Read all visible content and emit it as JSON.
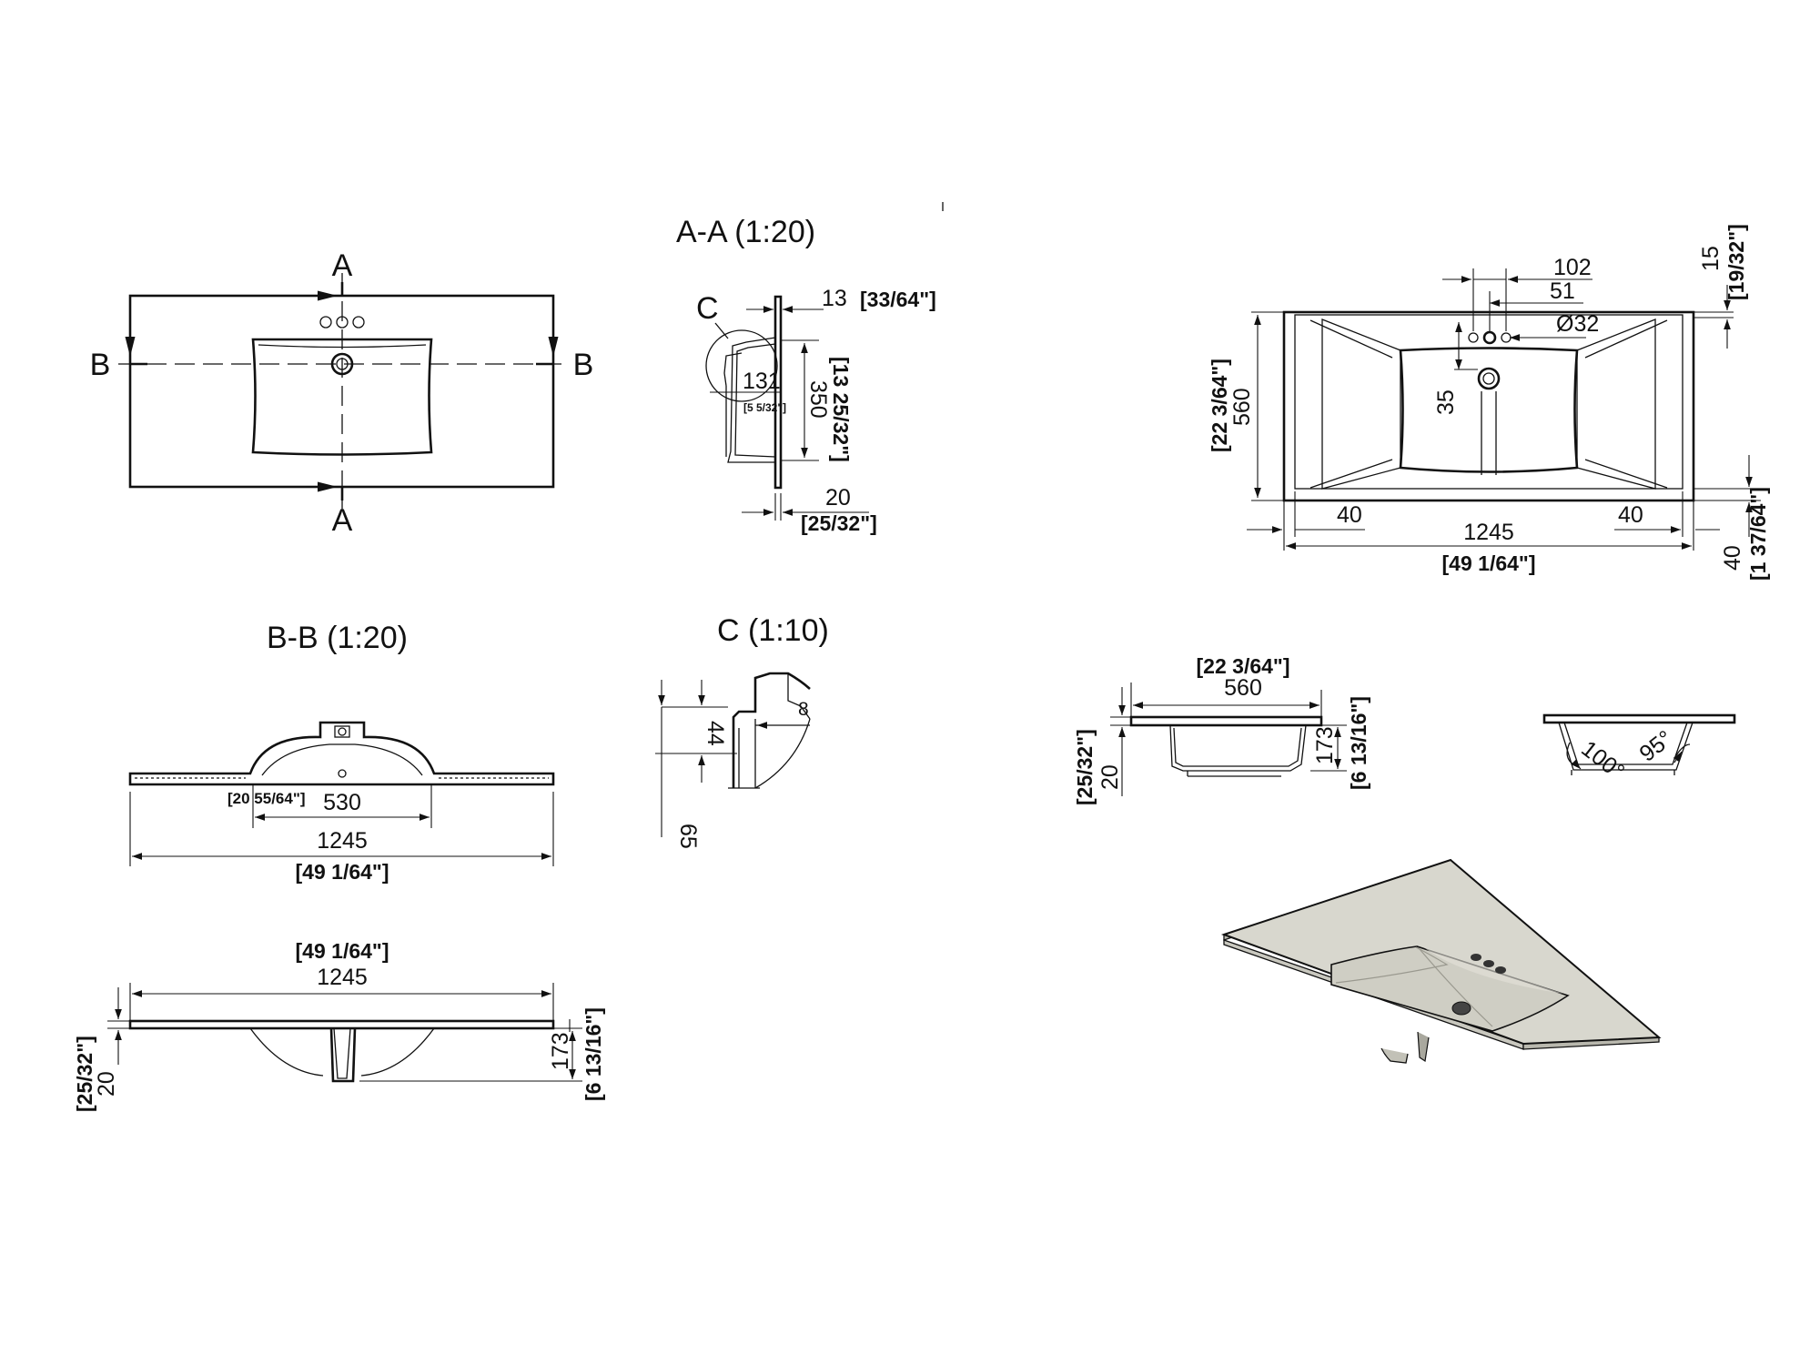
{
  "drawing": {
    "plan": {
      "section_a": "A",
      "section_b": "B"
    },
    "section_aa": {
      "title": "A-A (1:20)",
      "detail_ref": "C",
      "d_top": "13",
      "d_top_in": "[33/64\"]",
      "d_bowl": "131",
      "d_bowl_in": "[5 5/32\"]",
      "d_depth": "350",
      "d_depth_in": "[13 25/32\"]",
      "d_thk": "20",
      "d_thk_in": "[25/32\"]"
    },
    "section_bb": {
      "title": "B-B (1:20)",
      "d_bowl_in": "[20 55/64\"]",
      "d_bowl": "530",
      "d_len": "1245",
      "d_len_in": "[49 1/64\"]"
    },
    "detail_c": {
      "title": "C (1:10)",
      "d_lip": "44",
      "d_drop": "65",
      "d_r": "8"
    },
    "front": {
      "d_len_in": "[49 1/64\"]",
      "d_len": "1245",
      "d_thk": "20",
      "d_thk_in": "[25/32\"]",
      "d_h": "173",
      "d_h_in": "[6 13/16\"]"
    },
    "top": {
      "d_102": "102",
      "d_51": "51",
      "d_hole": "Ø32",
      "d_35": "35",
      "d_15": "15",
      "d_15_in": "[19/32\"]",
      "d_w": "560",
      "d_w_in": "[22 3/64\"]",
      "d_40a": "40",
      "d_40b": "40",
      "d_len": "1245",
      "d_len_in": "[49 1/64\"]",
      "d_40c": "40",
      "d_40c_in": "[1 37/64\"]"
    },
    "side": {
      "d_w_in": "[22 3/64\"]",
      "d_w": "560",
      "d_thk": "20",
      "d_thk_in": "[25/32\"]",
      "d_h": "173",
      "d_h_in": "[6 13/16\"]",
      "a1": "100°",
      "a2": "95°"
    }
  },
  "colors": {
    "line": "#111111",
    "ceramic": "#d8d7ce",
    "ceramic_edge": "#b9b8ae"
  }
}
